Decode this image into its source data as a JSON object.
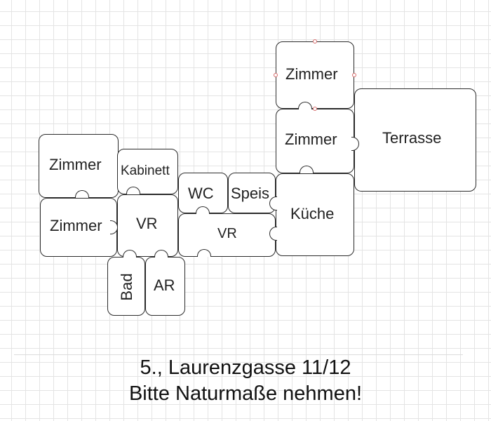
{
  "rooms": {
    "zimmer_top": "Zimmer",
    "zimmer_mid": "Zimmer",
    "terrasse": "Terrasse",
    "zimmer_left_top": "Zimmer",
    "kabinett": "Kabinett",
    "wc": "WC",
    "speis": "Speis",
    "kueche": "Küche",
    "zimmer_left_bottom": "Zimmer",
    "vr_left": "VR",
    "vr_mid": "VR",
    "bad": "Bad",
    "ar": "AR"
  },
  "footer": {
    "address": "5., Laurenzgasse 11/12",
    "note": "Bitte Naturmaße nehmen!"
  }
}
